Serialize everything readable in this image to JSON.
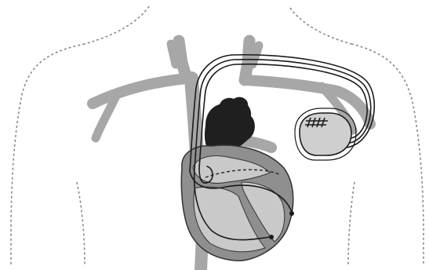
{
  "figure": {
    "labels": [],
    "colors": {
      "background": "#ffffff",
      "body_outline": "#8a8a8a",
      "vessels": "#a7a7a7",
      "heart_wall": "#8f8f8f",
      "heart_chamber": "#c9c9c9",
      "upper_heart": "#1f1f1f",
      "lead_wire": "#1a1a1a",
      "device_fill": "#cfcfcf"
    },
    "parts": [
      "torso-outline",
      "great-vessels",
      "heart",
      "pacemaker-generator",
      "pacing-leads"
    ]
  }
}
